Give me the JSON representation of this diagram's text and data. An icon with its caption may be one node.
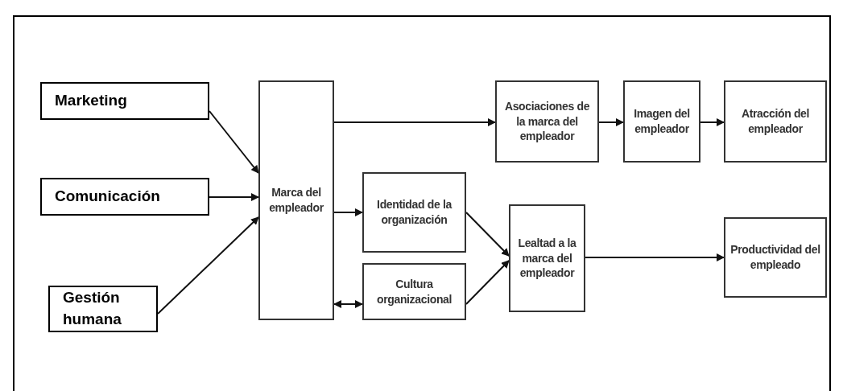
{
  "diagram": {
    "nodes": [
      {
        "text": [
          "Marketing"
        ]
      },
      {
        "text": [
          "Comunicación"
        ]
      },
      {
        "text": [
          "Gestión humana"
        ]
      },
      {
        "text": [
          "Marca del empleador"
        ]
      },
      {
        "text": [
          "Asociaciones de la marca del empleador"
        ]
      },
      {
        "text": [
          "Imagen del empleador"
        ]
      },
      {
        "text": [
          "Atracción del empleador"
        ]
      },
      {
        "text": [
          "Identidad de la organización"
        ]
      },
      {
        "text": [
          "Cultura organizacional"
        ]
      },
      {
        "text": [
          "Lealtad a la marca del empleador"
        ]
      },
      {
        "text": [
          "Productividad del empleado"
        ]
      }
    ],
    "edges": [
      {
        "from": 0,
        "to": 3,
        "arrow": "to"
      },
      {
        "from": 1,
        "to": 3,
        "arrow": "to"
      },
      {
        "from": 2,
        "to": 3,
        "arrow": "to"
      },
      {
        "from": 3,
        "to": 4,
        "arrow": "to"
      },
      {
        "from": 4,
        "to": 5,
        "arrow": "to"
      },
      {
        "from": 5,
        "to": 6,
        "arrow": "to"
      },
      {
        "from": 3,
        "to": 7,
        "arrow": "to"
      },
      {
        "from": 3,
        "to": 8,
        "arrow": "both"
      },
      {
        "from": 7,
        "to": 9,
        "arrow": "to"
      },
      {
        "from": 8,
        "to": 9,
        "arrow": "to"
      },
      {
        "from": 9,
        "to": 10,
        "arrow": "to"
      }
    ]
  }
}
